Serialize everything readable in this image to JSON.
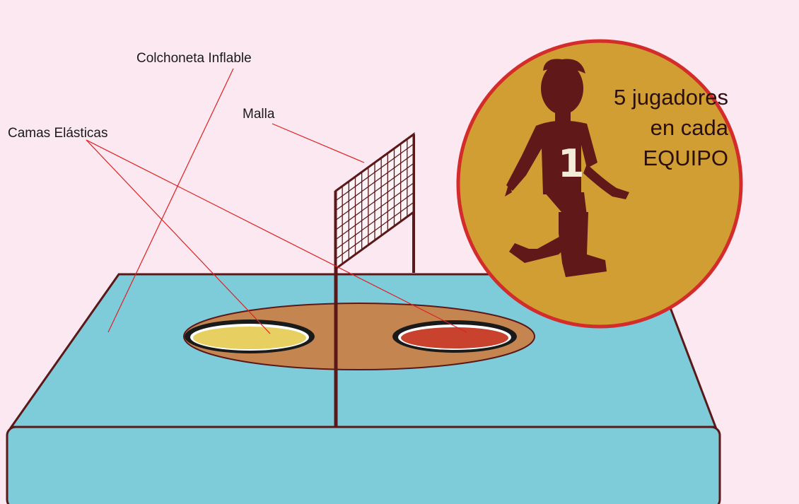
{
  "labels": {
    "colchoneta": "Colchoneta Inflable",
    "malla": "Malla",
    "camas": "Camas Elásticas"
  },
  "badge": {
    "line1": "5 jugadores",
    "line2": "en cada",
    "line3": "EQUIPO",
    "jersey_number": "1"
  },
  "colors": {
    "background": "#fce8f1",
    "mat": "#7ecbd9",
    "outline": "#5a1818",
    "court": "#c58550",
    "trampoline_left": "#e8cf62",
    "trampoline_right": "#c8422e",
    "badge_fill": "#d09e33",
    "badge_border": "#d42b2b",
    "player": "#601818",
    "leader_line": "#e02020"
  }
}
